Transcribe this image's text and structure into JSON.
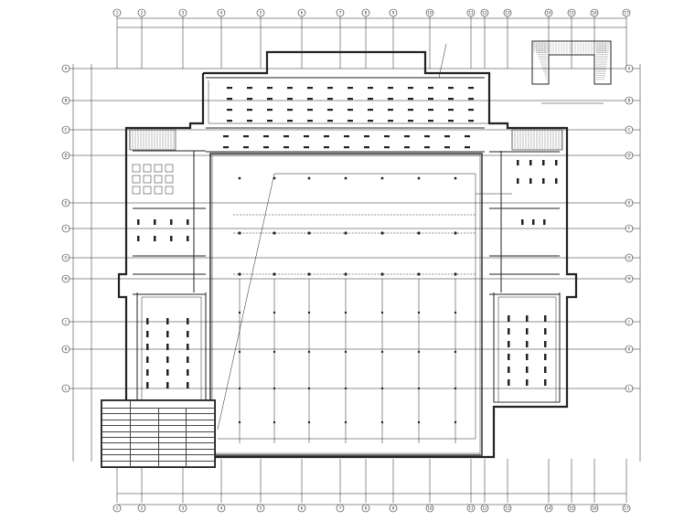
{
  "drawing": {
    "caption": "",
    "grid_bubbles_top": [
      "1",
      "2",
      "3",
      "4",
      "5",
      "6",
      "7",
      "8",
      "9",
      "10",
      "11",
      "12",
      "13",
      "14",
      "15",
      "16",
      "17"
    ],
    "grid_bubbles_side": [
      "A",
      "B",
      "C",
      "D",
      "E",
      "F",
      "G",
      "H",
      "J",
      "K",
      "L"
    ],
    "notes": [
      "",
      "",
      ""
    ],
    "area_labels": [
      "",
      ""
    ]
  },
  "legend": {
    "header": [
      "",
      ""
    ],
    "rows": [
      [
        "",
        "",
        "",
        ""
      ],
      [
        "",
        "",
        "",
        ""
      ],
      [
        "",
        "",
        "",
        ""
      ],
      [
        "",
        "",
        "",
        ""
      ],
      [
        "",
        "",
        "",
        ""
      ],
      [
        "",
        "",
        "",
        ""
      ],
      [
        "",
        "",
        "",
        ""
      ],
      [
        "",
        "",
        "",
        ""
      ],
      [
        "",
        "",
        "",
        ""
      ],
      [
        "",
        "",
        "",
        ""
      ]
    ]
  },
  "inset": {
    "title": ""
  },
  "colors": {
    "line": "#222222",
    "hatch": "#333333",
    "background": "#ffffff"
  }
}
